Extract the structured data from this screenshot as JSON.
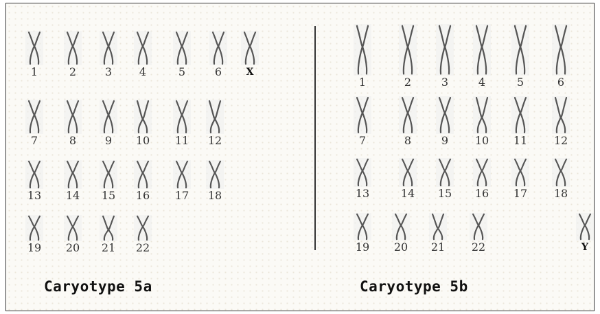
{
  "panels": [
    {
      "caption": "Caryotype 5a",
      "rows": [
        [
          "1",
          "2",
          "3",
          "4",
          "5",
          "6",
          "X"
        ],
        [
          "7",
          "8",
          "9",
          "10",
          "11",
          "12"
        ],
        [
          "13",
          "14",
          "15",
          "16",
          "17",
          "18"
        ],
        [
          "19",
          "20",
          "21",
          "22"
        ]
      ]
    },
    {
      "caption": "Caryotype 5b",
      "rows": [
        [
          "1",
          "2",
          "3",
          "4",
          "5",
          "6"
        ],
        [
          "7",
          "8",
          "9",
          "10",
          "11",
          "12"
        ],
        [
          "13",
          "14",
          "15",
          "16",
          "17",
          "18"
        ],
        [
          "19",
          "20",
          "21",
          "22",
          "Y"
        ]
      ]
    }
  ]
}
